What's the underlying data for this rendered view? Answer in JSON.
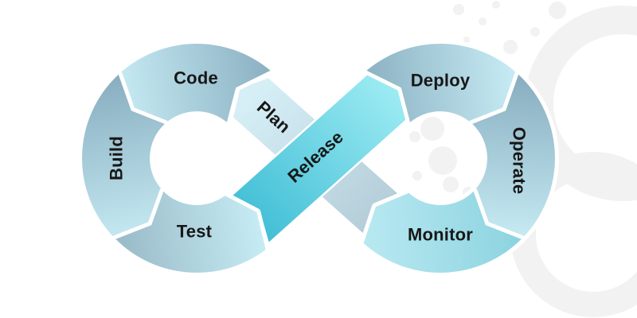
{
  "diagram": {
    "type": "devops-infinity-loop",
    "segments": [
      {
        "id": "plan",
        "label": "Plan"
      },
      {
        "id": "code",
        "label": "Code"
      },
      {
        "id": "build",
        "label": "Build"
      },
      {
        "id": "test",
        "label": "Test"
      },
      {
        "id": "release",
        "label": "Release"
      },
      {
        "id": "deploy",
        "label": "Deploy"
      },
      {
        "id": "operate",
        "label": "Operate"
      },
      {
        "id": "monitor",
        "label": "Monitor"
      }
    ],
    "colors": {
      "background": "#ffffff",
      "label_color": "#171717",
      "light_cyan": "#c9eef6",
      "steel_blue": "#8aafc1",
      "mid_steel": "#9bbdca",
      "monitor_dark": "#89d2de",
      "monitor_light": "#b7e8f1",
      "plan_light": "#d6eff7",
      "plan_dark": "#b3ccd7",
      "release_dark": "#45c0d7",
      "release_light": "#9debf3",
      "watermark": "#f2f2f2"
    }
  }
}
